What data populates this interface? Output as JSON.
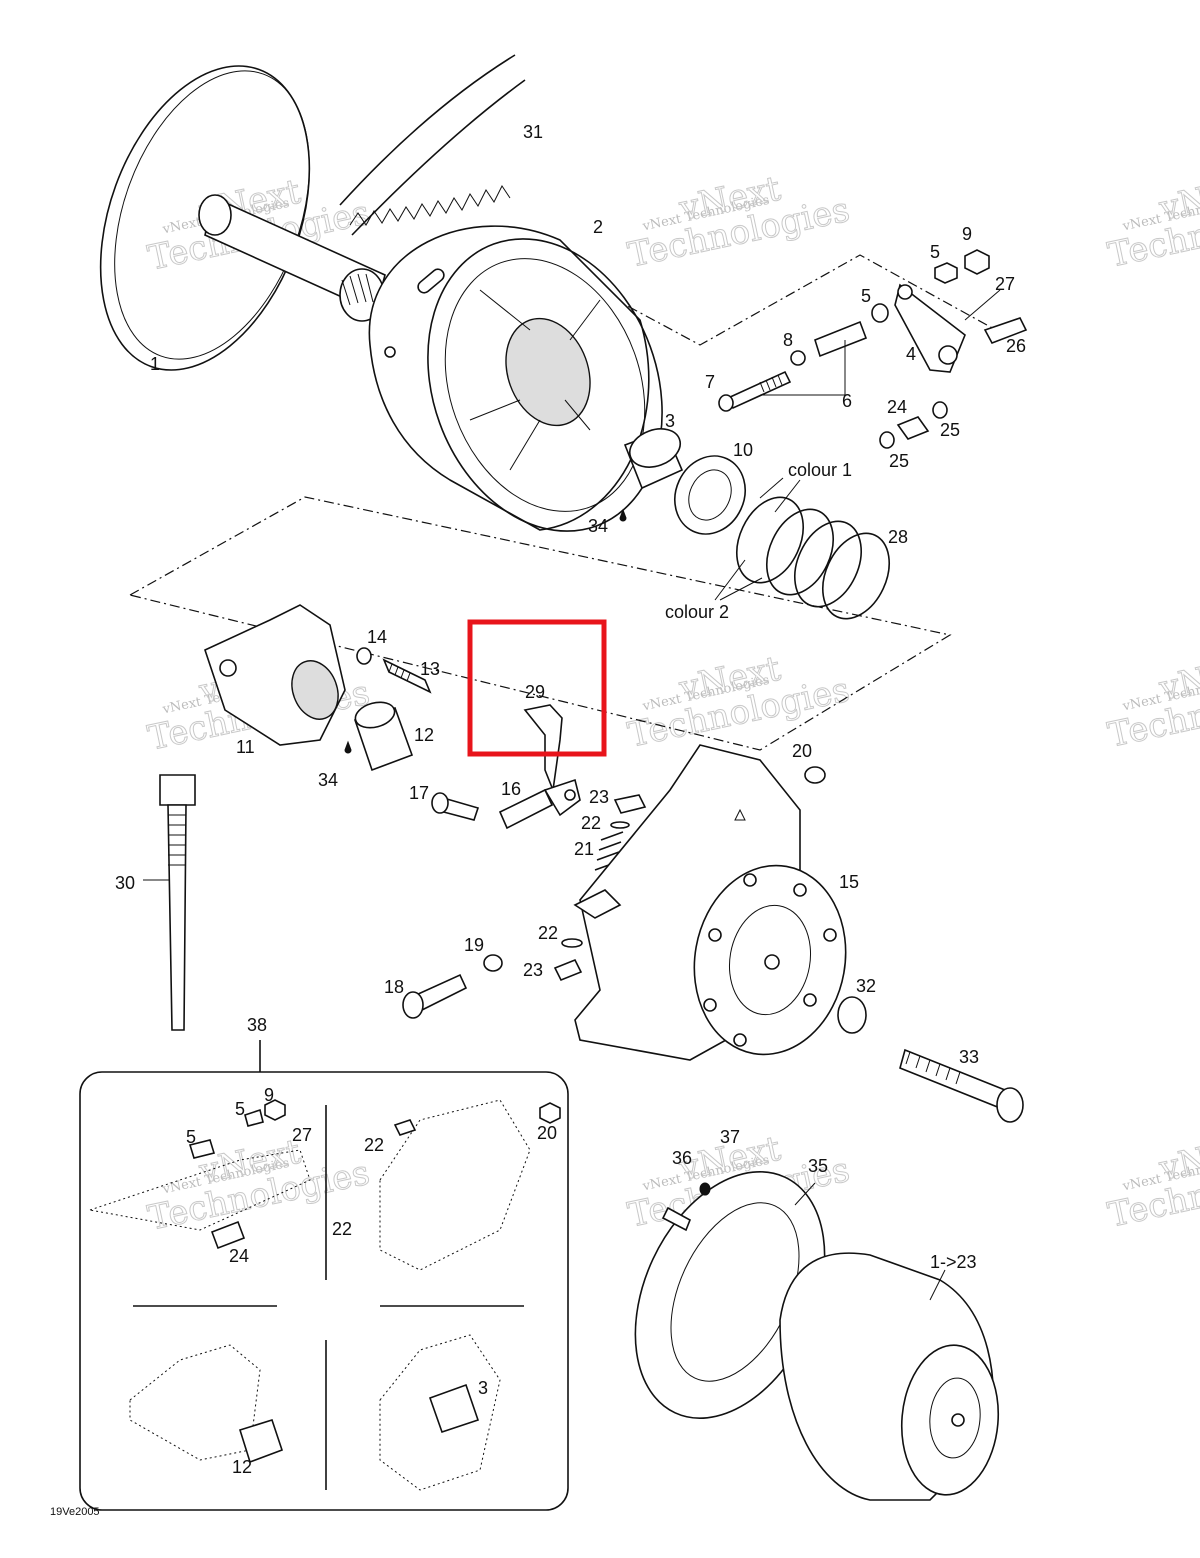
{
  "diagram": {
    "highlighted_part": "29",
    "corner_code": "19Ve2005",
    "colour_labels": {
      "top": "colour 1",
      "bottom": "colour 2"
    },
    "watermark": {
      "line1": "vNext",
      "line2": "Technologies",
      "small": "vNext Technologies"
    },
    "part_labels": [
      "1",
      "31",
      "2",
      "9",
      "5",
      "27",
      "5",
      "4",
      "26",
      "8",
      "7",
      "6",
      "24",
      "25",
      "25",
      "3",
      "10",
      "colour 1",
      "34",
      "28",
      "colour 2",
      "14",
      "13",
      "29",
      "11",
      "12",
      "34",
      "20",
      "16",
      "17",
      "23",
      "22",
      "21",
      "15",
      "30",
      "19",
      "22",
      "23",
      "18",
      "32",
      "33",
      "38",
      "9",
      "5",
      "27",
      "5",
      "20",
      "22",
      "22",
      "24",
      "37",
      "36",
      "35",
      "1->23",
      "3",
      "12"
    ]
  }
}
